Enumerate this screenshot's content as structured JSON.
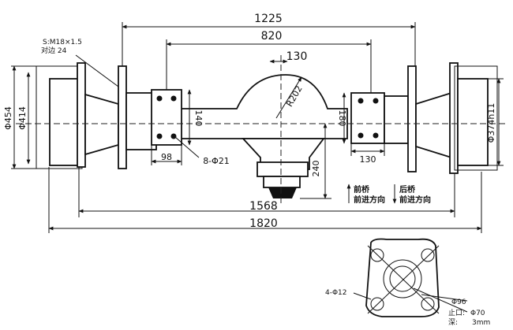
{
  "dimensions": {
    "d1225": "1225",
    "d820": "820",
    "d130_top": "130",
    "d_r202": "R202",
    "d140": "140",
    "d180": "180",
    "d98": "98",
    "d_holes": "8-Φ21",
    "d240": "240",
    "d130_bottom": "130",
    "d1568": "1568",
    "d1820": "1820",
    "d_phi454": "Φ454",
    "d_phi414": "Φ414",
    "d_phi374": "Φ374h11"
  },
  "thread_note": {
    "line1": "S:M18×1.5",
    "line2": "对边 24"
  },
  "direction_notes": {
    "front_axle": "前桥",
    "front_dir": "前进方向",
    "rear_axle": "后桥",
    "rear_dir": "前进方向"
  },
  "flange_detail": {
    "holes": "4-Φ12",
    "phi96": "Φ96",
    "stop_label": "止口:",
    "phi70": "Φ70",
    "depth_label": "深:",
    "depth_value": "3mm"
  }
}
